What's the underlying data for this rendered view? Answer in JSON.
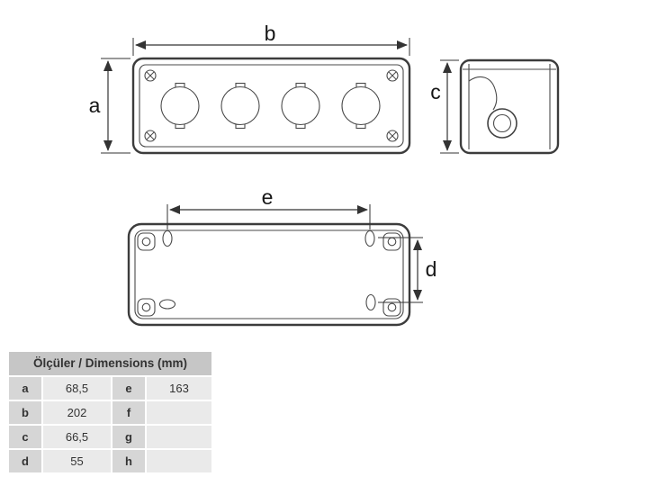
{
  "drawing": {
    "labels": {
      "a": "a",
      "b": "b",
      "c": "c",
      "d": "d",
      "e": "e"
    }
  },
  "table": {
    "header": "Ölçüler / Dimensions (mm)",
    "rows": [
      {
        "key1": "a",
        "val1": "68,5",
        "key2": "e",
        "val2": "163"
      },
      {
        "key1": "b",
        "val1": "202",
        "key2": "f",
        "val2": ""
      },
      {
        "key1": "c",
        "val1": "66,5",
        "key2": "g",
        "val2": ""
      },
      {
        "key1": "d",
        "val1": "55",
        "key2": "h",
        "val2": ""
      }
    ]
  },
  "colors": {
    "line": "#3c3c3c",
    "table_header_bg": "#c6c6c6",
    "table_key_bg": "#d6d6d6",
    "table_value_bg": "#eaeaea",
    "background": "#ffffff"
  }
}
